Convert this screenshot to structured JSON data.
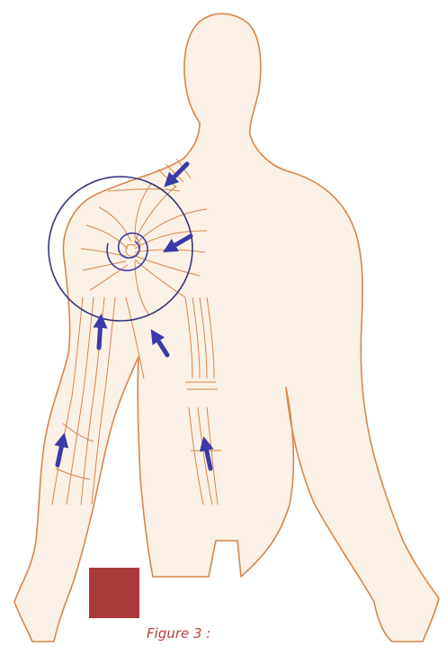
{
  "figure": {
    "caption": "Figure 3 :",
    "colors": {
      "skin": "#fcf1e6",
      "outline": "#d9854a",
      "muscle_line": "#d9854a",
      "arrow": "#3a3aa8",
      "circle": "#34347a",
      "swatch": "#a93a3c",
      "caption": "#b3403f"
    },
    "arrows": [
      {
        "name": "neck-arrow",
        "direction": "down-left"
      },
      {
        "name": "chest-arrow",
        "direction": "down-left"
      },
      {
        "name": "upper-arm-arrow",
        "direction": "up"
      },
      {
        "name": "armpit-arrow",
        "direction": "up-left"
      },
      {
        "name": "forearm-arrow",
        "direction": "up"
      },
      {
        "name": "left-forearm-arrow",
        "direction": "up"
      }
    ]
  }
}
